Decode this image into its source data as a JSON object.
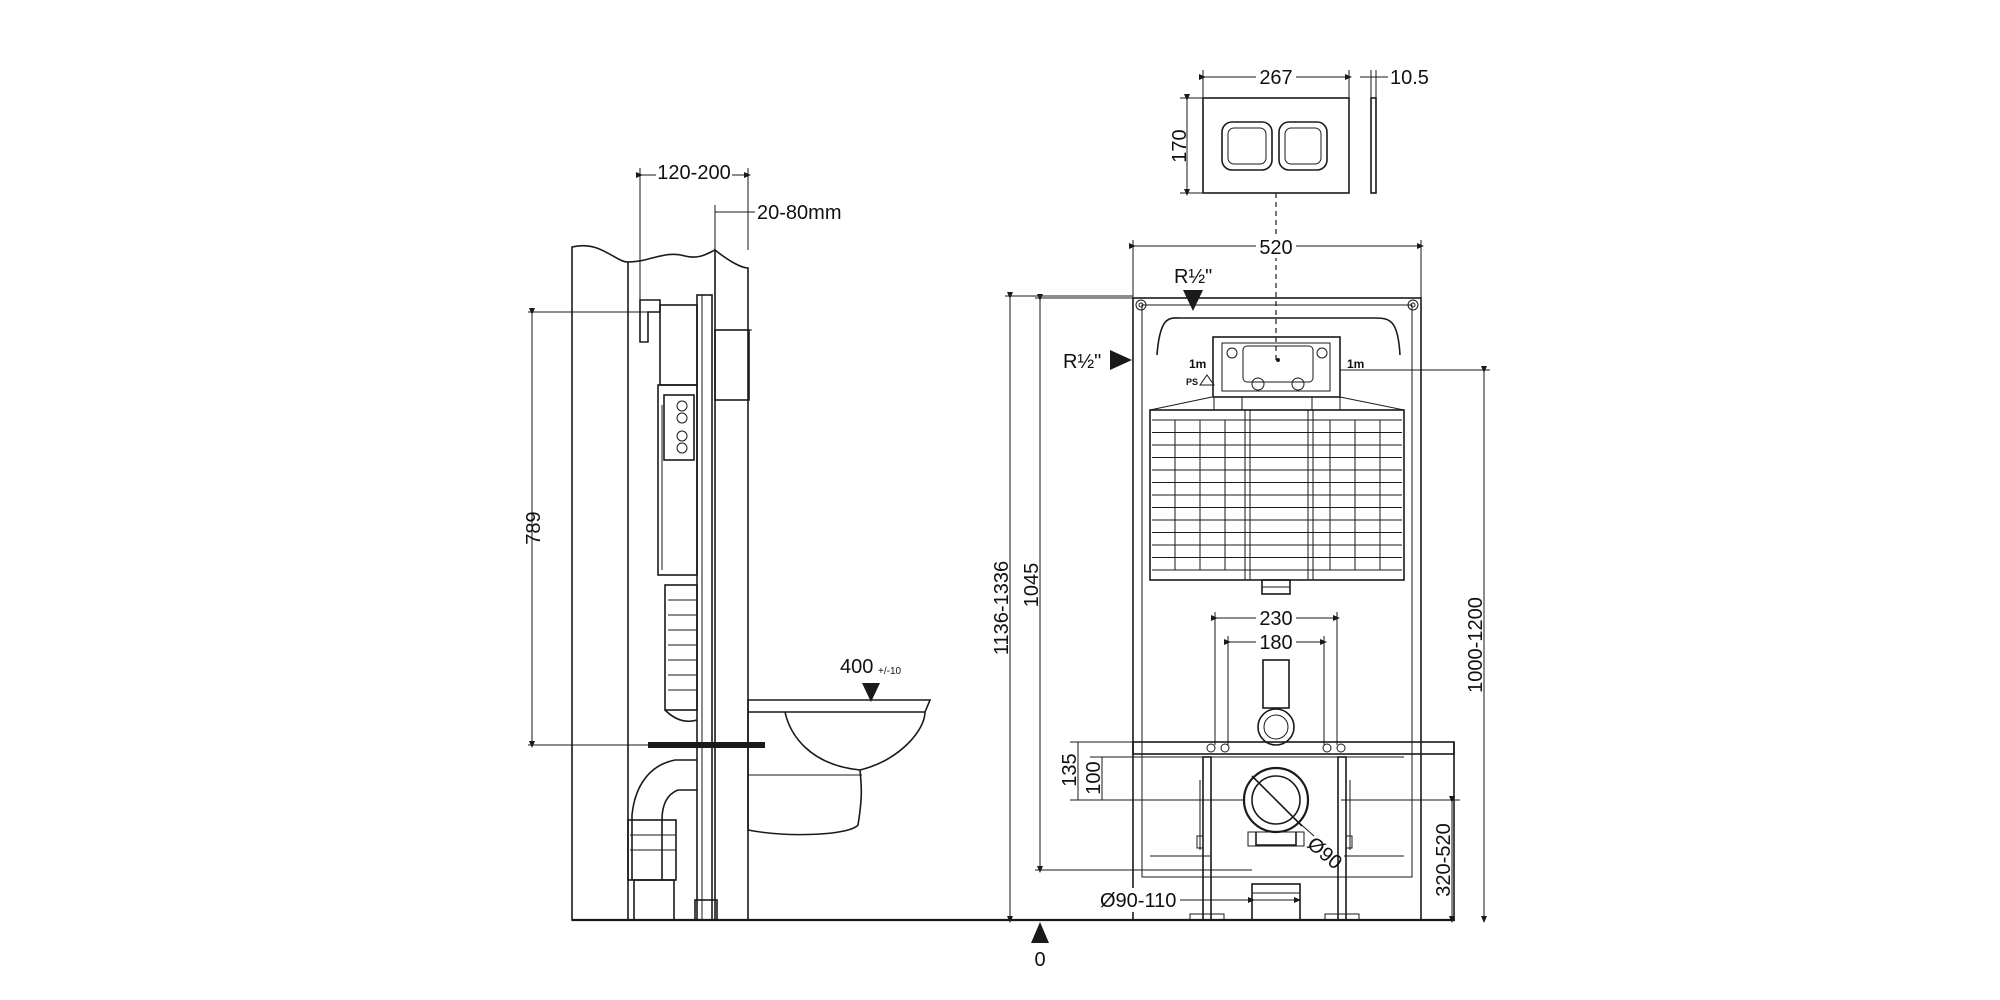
{
  "colors": {
    "line": "#1a1a1a",
    "background": "#ffffff",
    "hatch": "#1a1a1a"
  },
  "side_view": {
    "dims": {
      "wall_depth": "120-200",
      "gap": "20-80mm",
      "height": "789",
      "seat_height": "400",
      "seat_tolerance": "+/-10"
    }
  },
  "front_view": {
    "dims": {
      "plate_width": "267",
      "plate_depth": "10.5",
      "plate_height": "170",
      "frame_width": "520",
      "inlet_top": "R½\"",
      "inlet_side": "R½\"",
      "total_height": "1136-1336",
      "frame_height": "1045",
      "button_height": "1000-1200",
      "bolt_outer": "230",
      "bolt_inner": "180",
      "offset_1": "135",
      "offset_2": "100",
      "pipe_diameter": "Ø90",
      "waste_diameter": "Ø90-110",
      "waste_height": "320-520",
      "floor_level": "0"
    },
    "tank_labels": {
      "left_1m": "1m",
      "right_1m": "1m",
      "ps_mark": "PS"
    }
  }
}
